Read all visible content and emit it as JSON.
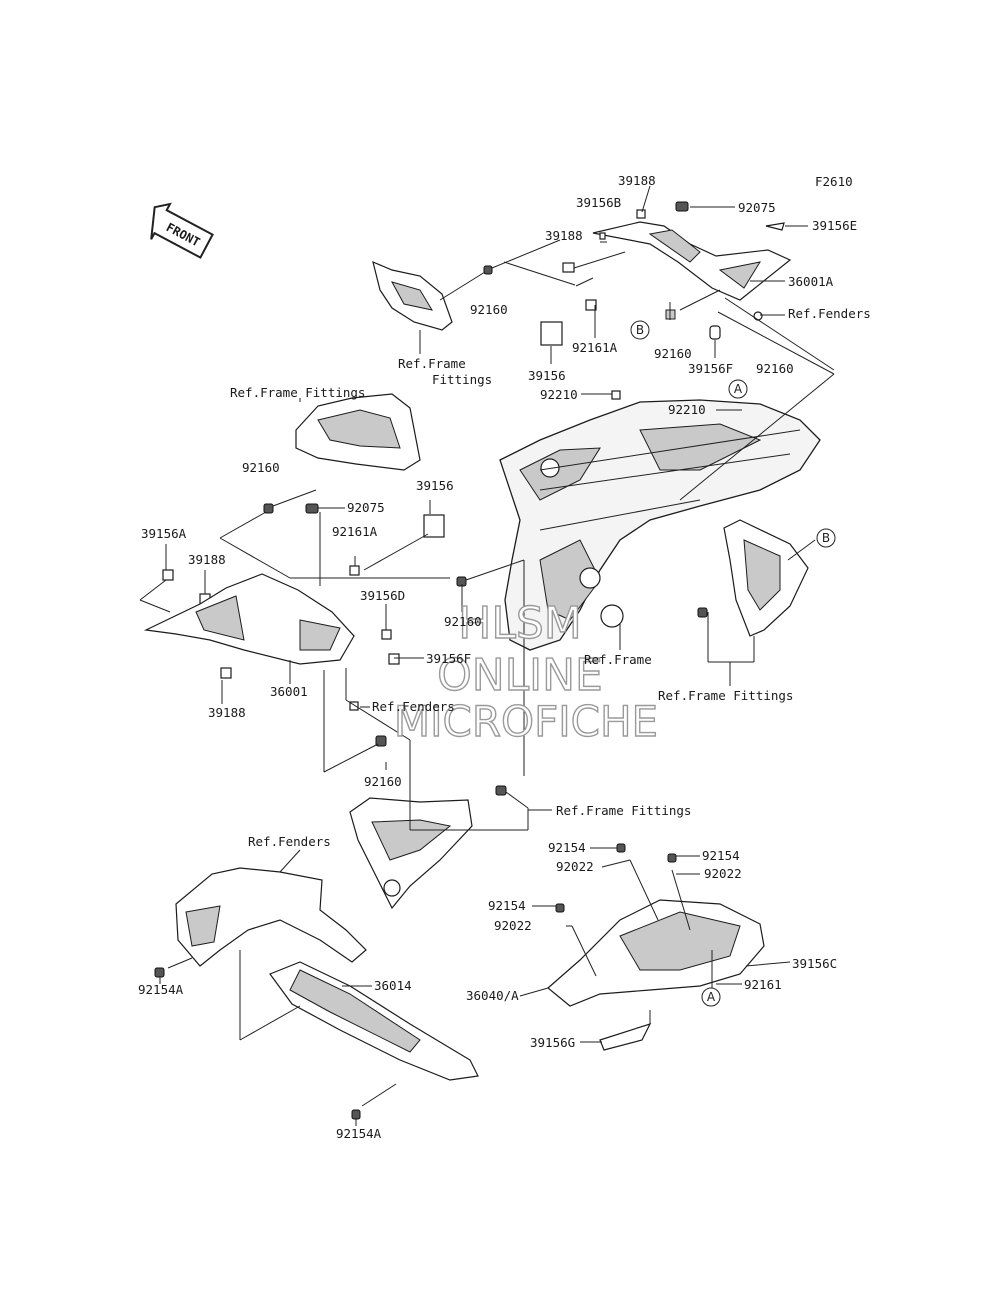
{
  "figure_code": "F2610",
  "front_label": "FRONT",
  "watermark": {
    "line1": "HLSM",
    "line2": "ONLINE",
    "line3": "MICROFICHE"
  },
  "callouts": {
    "a": "A",
    "b": "B"
  },
  "labels": {
    "p39188_top": "39188",
    "p39156b": "39156B",
    "p92075_top": "92075",
    "p39156e": "39156E",
    "p39188_mid": "39188",
    "p36001a": "36001A",
    "p92160_a": "92160",
    "ref_fenders_top": "Ref.Fenders",
    "p92161a_top": "92161A",
    "p92160_b": "92160",
    "p39156_top": "39156",
    "p39156f_top": "39156F",
    "ref_frame_fittings_1a": "Ref.Frame",
    "ref_frame_fittings_1b": "Fittings",
    "p92210_a": "92210",
    "p92160_c": "92160",
    "p92210_b": "92210",
    "ref_frame_fittings_2": "Ref.Frame Fittings",
    "p92160_d": "92160",
    "p92075_left": "92075",
    "p39156_left": "39156",
    "p92161a_left": "92161A",
    "p39156a": "39156A",
    "p39188_left": "39188",
    "p39156d": "39156D",
    "p92160_e": "92160",
    "p39156f_left": "39156F",
    "ref_frame": "Ref.Frame",
    "p36001": "36001",
    "p39188_bottom": "39188",
    "ref_fenders_mid": "Ref.Fenders",
    "ref_frame_fittings_3": "Ref.Frame Fittings",
    "p92160_f": "92160",
    "ref_frame_fittings_4": "Ref.Frame Fittings",
    "ref_fenders_low": "Ref.Fenders",
    "p92154_a": "92154",
    "p92022_a": "92022",
    "p92154_b": "92154",
    "p92022_b": "92022",
    "p92154_c": "92154",
    "p92022_c": "92022",
    "p92154a_left": "92154A",
    "p36014": "36014",
    "p39156c": "39156C",
    "p36040a": "36040/A",
    "p92161": "92161",
    "p39156g": "39156G",
    "p92154a_bottom": "92154A"
  }
}
